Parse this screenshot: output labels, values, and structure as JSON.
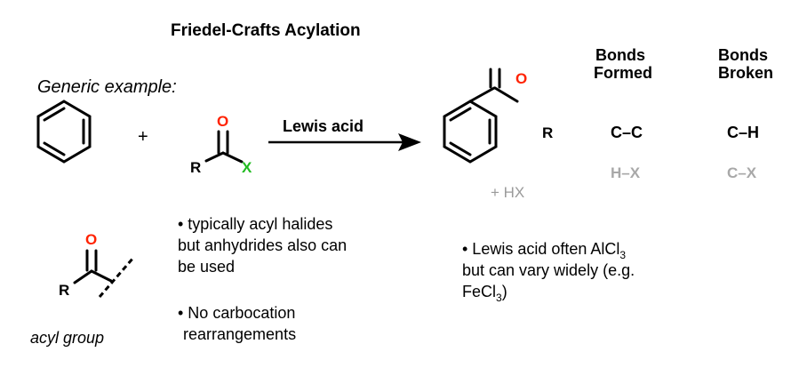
{
  "title": "Friedel-Crafts Acylation",
  "subtitle": "Generic example:",
  "reaction": {
    "plus": "+",
    "acyl_halide": {
      "carbonyl_o": "O",
      "r_group": "R",
      "leaving_group": "X"
    },
    "reagent": "Lewis acid",
    "product": {
      "carbonyl_o": "O",
      "r_group": "R"
    },
    "byproduct": "+ HX"
  },
  "bonds_table": {
    "formed_header": [
      "Bonds",
      "Formed"
    ],
    "broken_header": [
      "Bonds",
      "Broken"
    ],
    "formed": [
      "C–C",
      "H–X"
    ],
    "broken": [
      "C–H",
      "C–X"
    ]
  },
  "acyl_group": {
    "carbonyl_o": "O",
    "r_group": "R",
    "caption": "acyl group"
  },
  "notes": {
    "acyl_halides": [
      "• typically acyl halides",
      "but anhydrides also can",
      "be used"
    ],
    "carbocation": [
      "• No carbocation",
      "rearrangements"
    ],
    "lewis_acid": {
      "line1_text": "• Lewis acid often AlCl",
      "line1_sub": "3",
      "line2": "but can vary widely (e.g.",
      "line3_text": "FeCl",
      "line3_sub": "3",
      "line3_tail": ")"
    }
  },
  "colors": {
    "oxygen": "#ff2200",
    "halogen": "#22bb22",
    "faint": "#a8a8a8",
    "byproduct": "#9a9a9a"
  }
}
